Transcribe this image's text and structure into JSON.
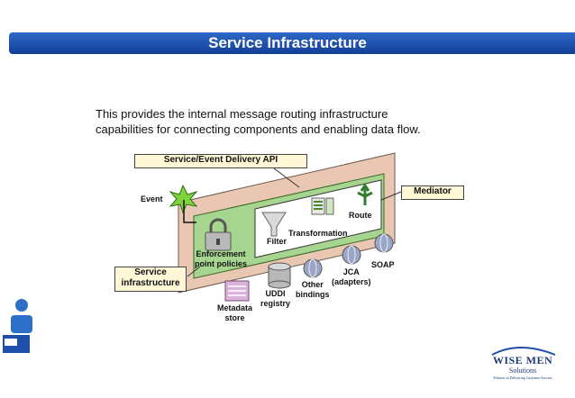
{
  "title": "Service Infrastructure",
  "intro": {
    "line1": "This provides the internal message routing infrastructure",
    "line2": "capabilities for connecting components and enabling data flow."
  },
  "diagram": {
    "api_label": "Service/Event Delivery API",
    "mediator_label": "Mediator",
    "service_infra_line1": "Service",
    "service_infra_line2": "infrastructure",
    "event_label": "Event",
    "enforcement_line1": "Enforcement",
    "enforcement_line2": "point policies",
    "filter_label": "Filter",
    "transformation_label": "Transformation",
    "route_label": "Route",
    "jca_line1": "JCA",
    "jca_line2": "(adapters)",
    "soap_label": "SOAP",
    "other_line1": "Other",
    "other_line2": "bindings",
    "uddi_line1": "UDDI",
    "uddi_line2": "registry",
    "metadata_line1": "Metadata",
    "metadata_line2": "store"
  },
  "brand": {
    "name": "WISE MEN",
    "sub": "Solutions",
    "tagline": "Wisdom in Delivering Customer Success"
  },
  "colors": {
    "banner": "#1f4fa8",
    "outer_layer": "#e9c7b3",
    "inner_layer": "#a6d58f",
    "callout": "#fff7d6"
  }
}
